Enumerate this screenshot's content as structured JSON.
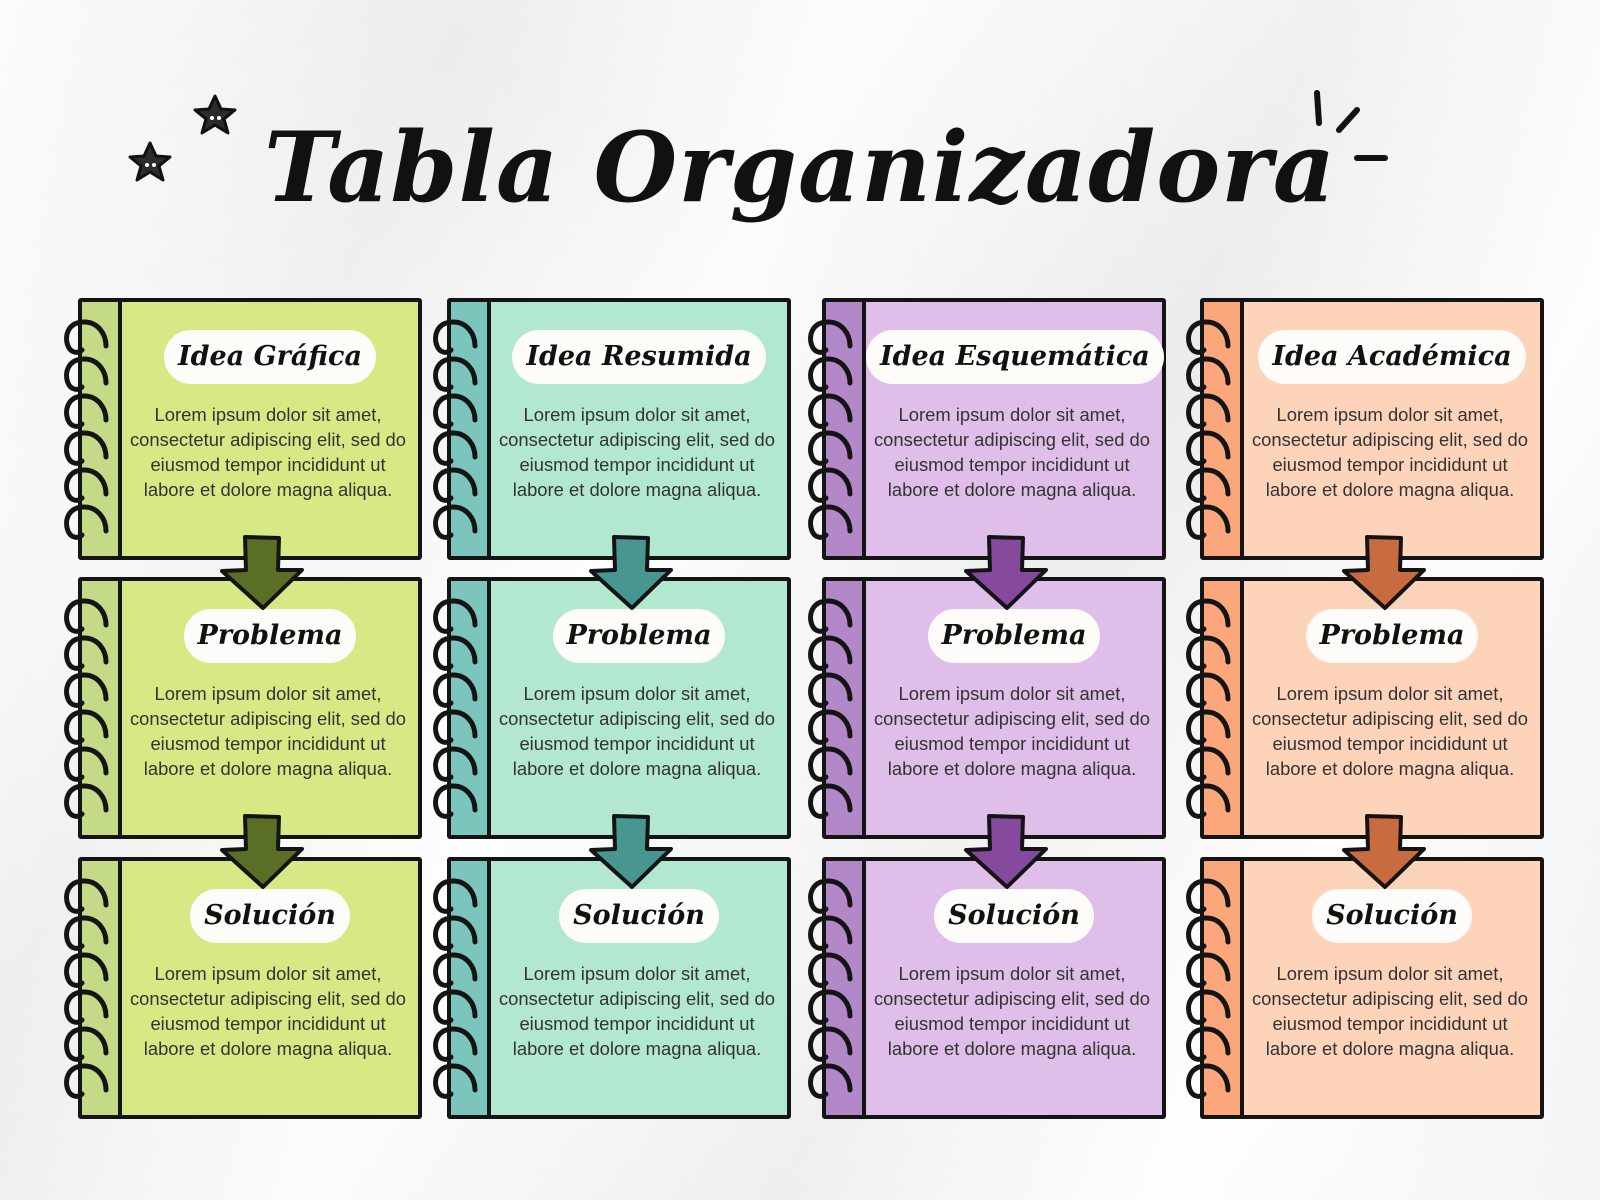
{
  "title": "Tabla Organizadora",
  "body_text": "Lorem ipsum dolor sit amet, consectetur adipiscing elit, sed do eiusmod tempor incididunt ut labore et dolore magna aliqua.",
  "columns": [
    {
      "header": "Idea Gráfica",
      "card_bg": "#d7e985",
      "spine": "#c5da87",
      "arrow": "#5b6e25",
      "cards": [
        "Idea Gráfica",
        "Problema",
        "Solución"
      ]
    },
    {
      "header": "Idea Resumida",
      "card_bg": "#b2e7d0",
      "spine": "#7cc5bd",
      "arrow": "#489690",
      "cards": [
        "Idea Resumida",
        "Problema",
        "Solución"
      ]
    },
    {
      "header": "Idea Esquemática",
      "card_bg": "#dfbee9",
      "spine": "#b388c8",
      "arrow": "#854a9e",
      "cards": [
        "Idea Esquemática",
        "Problema",
        "Solución"
      ]
    },
    {
      "header": "Idea Académica",
      "card_bg": "#fdd3b9",
      "spine": "#fca77b",
      "arrow": "#c96b41",
      "cards": [
        "Idea Académica",
        "Problema",
        "Solución"
      ]
    }
  ]
}
